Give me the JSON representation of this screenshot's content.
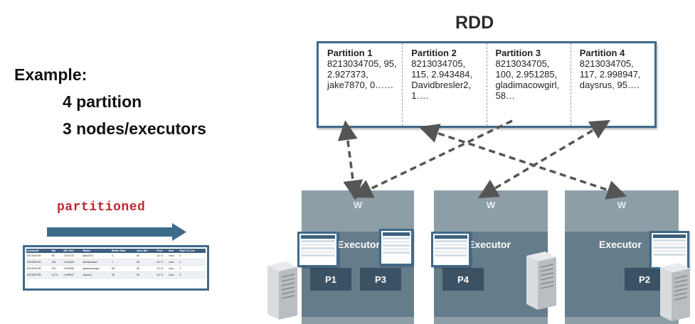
{
  "example": {
    "title": "Example:",
    "lines": [
      "4 partition",
      "3 nodes/executors"
    ]
  },
  "partitioned_label": "partitioned",
  "table": {
    "headers": [
      "AuctionID",
      "Bid",
      "Bid Time",
      "Bidder",
      "Bidder Rate",
      "Open Bid",
      "Price",
      "Item",
      "Days To Live"
    ],
    "rows": [
      [
        "8213034705",
        "95",
        "2.927373",
        "jake7870",
        "0",
        "95",
        "117.5",
        "xbox",
        "3"
      ],
      [
        "8213034705",
        "115",
        "2.943484",
        "davidbresler2",
        "1",
        "95",
        "117.5",
        "xbox",
        "3"
      ],
      [
        "8213034705",
        "100",
        "2.951285",
        "gladimacowgirl",
        "58",
        "95",
        "117.5",
        "xbox",
        "3"
      ],
      [
        "8213034705",
        "117.5",
        "2.998947",
        "daysrus",
        "95",
        "95",
        "117.5",
        "xbox",
        "3"
      ]
    ]
  },
  "rdd": {
    "title": "RDD",
    "partitions": [
      {
        "name": "Partition 1",
        "lines": [
          "8213034705, 95,",
          "2.927373,",
          "jake7870, 0……"
        ]
      },
      {
        "name": "Partition 2",
        "lines": [
          "8213034705,",
          "115, 2.943484,",
          "Davidbresler2,",
          "1…."
        ]
      },
      {
        "name": "Partition 3",
        "lines": [
          "8213034705,",
          "100, 2.951285,",
          "gladimacowgirl,",
          "58…"
        ]
      },
      {
        "name": "Partition 4",
        "lines": [
          "8213034705,",
          "117, 2.998947,",
          "daysrus, 95…."
        ]
      }
    ]
  },
  "workers": [
    {
      "label": "W",
      "executor": "Executor",
      "partitions": [
        "P1",
        "P3"
      ]
    },
    {
      "label": "W",
      "executor": "Executor",
      "partitions": [
        "P4"
      ]
    },
    {
      "label": "W",
      "executor": "Executor",
      "partitions": [
        "P2"
      ]
    }
  ],
  "colors": {
    "accent_blue": "#3e6a8a",
    "arrow": "#555555",
    "partitioned_text": "#c0282d",
    "worker": "#8e9ea7",
    "executor": "#657c8b",
    "partition_box": "#3b5264"
  },
  "icons": [
    "server-icon",
    "mini-table-icon",
    "right-arrow-icon"
  ]
}
